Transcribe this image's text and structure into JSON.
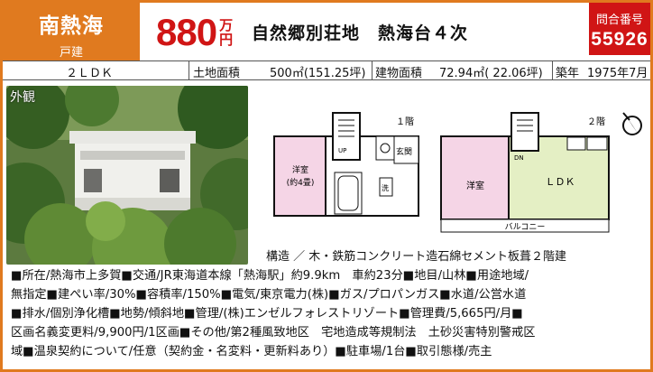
{
  "header": {
    "area": "南熱海",
    "property_type": "戸建",
    "price": "880",
    "price_unit_top": "万",
    "price_unit_bottom": "円",
    "title": "自然郷別荘地　熱海台４次",
    "inquiry_label": "問合番号",
    "inquiry_number": "55926"
  },
  "spec": {
    "layout": "２ＬＤＫ",
    "land_label": "土地面積",
    "land_value": "500㎡(151.25坪)",
    "building_label": "建物面積",
    "building_value": "72.94㎡( 22.06坪)",
    "age_label": "築年",
    "age_value": "1975年7月"
  },
  "photo": {
    "label": "外観"
  },
  "floorplan": {
    "floor1_label": "１階",
    "floor2_label": "２階",
    "room_western1": "洋室",
    "room_western1_size": "(約4畳)",
    "entrance": "玄関",
    "up_label": "UP",
    "down_label": "DN",
    "washroom": "洗",
    "room_western2": "洋室",
    "ldk": "ＬＤＫ",
    "balcony": "バルコニー",
    "compass_icon": "north-arrow-icon"
  },
  "structure": "構造 ／ 木・鉄筋コンクリート造石綿セメント板葺２階建",
  "description": [
    "■所在/熱海市上多賀■交通/JR東海道本線「熱海駅」約9.9km　車約23分■地目/山林■用途地域/",
    "無指定■建ぺい率/30%■容積率/150%■電気/東京電力(株)■ガス/プロパンガス■水道/公営水道",
    "■排水/個別浄化槽■地勢/傾斜地■管理/(株)エンゼルフォレストリゾート■管理費/5,665円/月■",
    "区画名義変更料/9,900円/1区画■その他/第2種風致地区　宅地造成等規制法　土砂災害特別警戒区",
    "域■温泉契約について/任意（契約金・名変料・更新料あり）■駐車場/1台■取引態様/売主"
  ],
  "colors": {
    "accent": "#e07a1f",
    "price": "#d01515",
    "inquiry_bg": "#d01515",
    "room_pink": "#f5d5e6",
    "ldk_green": "#e4efc4"
  }
}
